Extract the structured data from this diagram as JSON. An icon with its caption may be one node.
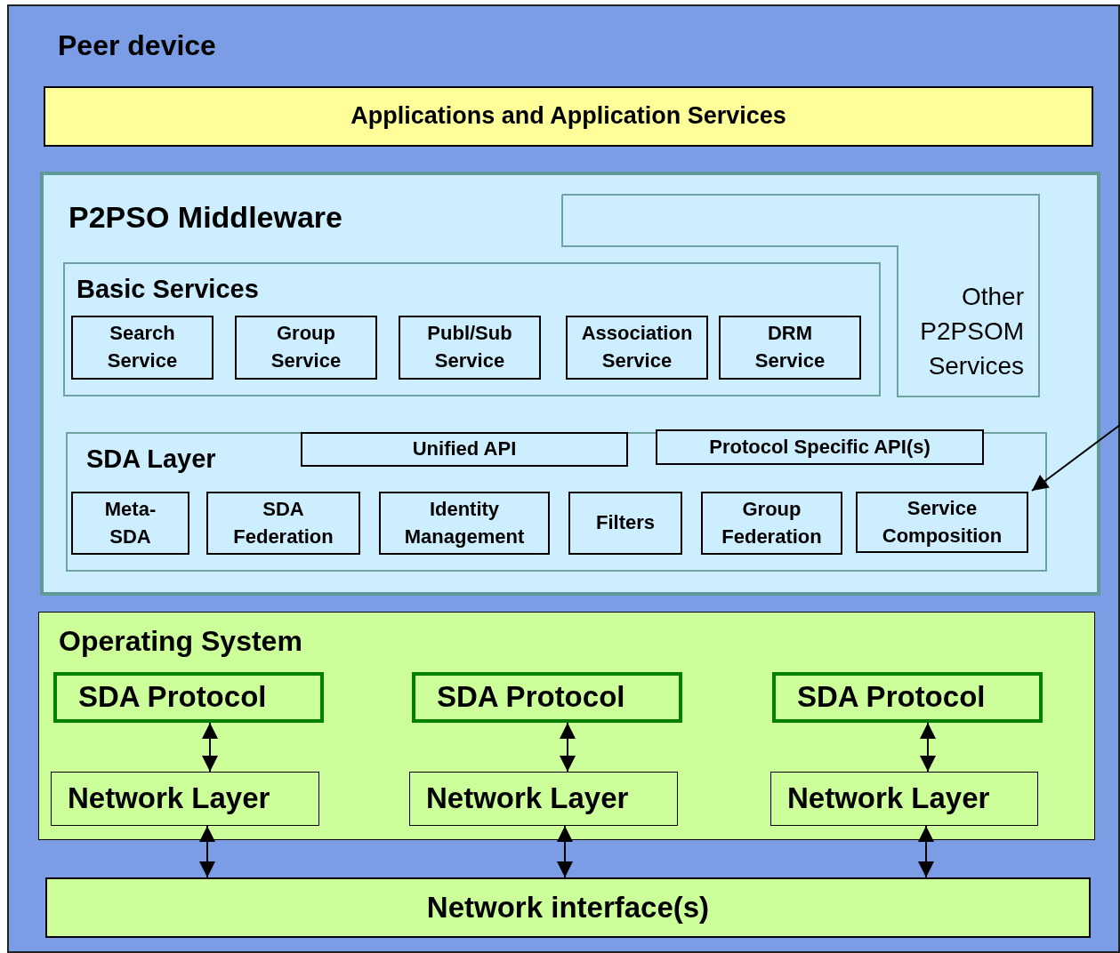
{
  "diagram": {
    "nodes": [
      {
        "text": [
          "Peer device"
        ]
      },
      {
        "text": [
          "Applications and Application Services"
        ],
        "in": 0
      },
      {
        "text": [
          "P2PSO Middleware"
        ],
        "in": 0
      },
      {
        "text": [
          "Other P2PSOM Services"
        ],
        "in": 2
      },
      {
        "text": [
          "Basic Services"
        ],
        "in": 2
      },
      {
        "text": [
          "Search Service"
        ],
        "in": 4
      },
      {
        "text": [
          "Group Service"
        ],
        "in": 4
      },
      {
        "text": [
          "Publ/Sub Service"
        ],
        "in": 4
      },
      {
        "text": [
          "Association Service"
        ],
        "in": 4
      },
      {
        "text": [
          "DRM Service"
        ],
        "in": 4
      },
      {
        "text": [
          "SDA Layer"
        ],
        "in": 2
      },
      {
        "text": [
          "Unified API"
        ],
        "in": 10
      },
      {
        "text": [
          "Protocol Specific API(s)"
        ],
        "in": 10
      },
      {
        "text": [
          "Meta- SDA"
        ],
        "in": 10
      },
      {
        "text": [
          "SDA Federation"
        ],
        "in": 10
      },
      {
        "text": [
          "Identity Management"
        ],
        "in": 10
      },
      {
        "text": [
          "Filters"
        ],
        "in": 10
      },
      {
        "text": [
          "Group Federation"
        ],
        "in": 10
      },
      {
        "text": [
          "Service Composition"
        ],
        "in": 10
      },
      {
        "text": [
          "Operating System"
        ],
        "in": 0
      },
      {
        "text": [
          "SDA Protocol"
        ],
        "in": 19
      },
      {
        "text": [
          "Network Layer"
        ],
        "in": 19
      },
      {
        "text": [
          "SDA Protocol"
        ],
        "in": 19
      },
      {
        "text": [
          "Network Layer"
        ],
        "in": 19
      },
      {
        "text": [
          "SDA Protocol"
        ],
        "in": 19
      },
      {
        "text": [
          "Network Layer"
        ],
        "in": 19
      },
      {
        "text": [
          "Network interface(s)"
        ],
        "in": 0
      }
    ],
    "edges": [
      {
        "from": 20,
        "to": 21,
        "arrow": "both"
      },
      {
        "from": 22,
        "to": 23,
        "arrow": "both"
      },
      {
        "from": 24,
        "to": 25,
        "arrow": "both"
      },
      {
        "from": 21,
        "to": 26,
        "arrow": "both"
      },
      {
        "from": 23,
        "to": 26,
        "arrow": "both"
      },
      {
        "from": 25,
        "to": 26,
        "arrow": "both"
      },
      {
        "from": null,
        "to": 18,
        "arrow": "to"
      }
    ]
  }
}
